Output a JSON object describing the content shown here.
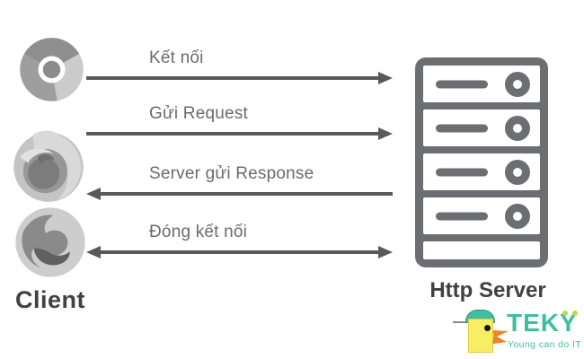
{
  "diagram": {
    "client": {
      "label": "Client",
      "browsers": [
        {
          "icon": "chrome-browser-icon"
        },
        {
          "icon": "firefox-browser-icon"
        },
        {
          "icon": "edge-browser-icon"
        }
      ]
    },
    "server": {
      "label": "Http Server",
      "icon": "server-rack-icon",
      "drive_rows": 4
    },
    "messages": [
      {
        "label": "Kết nối",
        "direction": "right"
      },
      {
        "label": "Gửi Request",
        "direction": "right"
      },
      {
        "label": "Server gửi Response",
        "direction": "left"
      },
      {
        "label": "Đóng kết nối",
        "direction": "both"
      }
    ]
  },
  "logo": {
    "brand": "TEKY",
    "tagline": "Young can do IT",
    "icon": "teky-bird-mascot-icon"
  },
  "colors": {
    "arrow": "#58595b",
    "label_text": "#6b6b6b",
    "title_text": "#414042",
    "server_icon": "#6d6e71",
    "brand_teal": "#3fbfa1",
    "bird_yellow": "#f7ee63",
    "beak_orange": "#ef8324",
    "dot_green": "#bcd84d"
  }
}
